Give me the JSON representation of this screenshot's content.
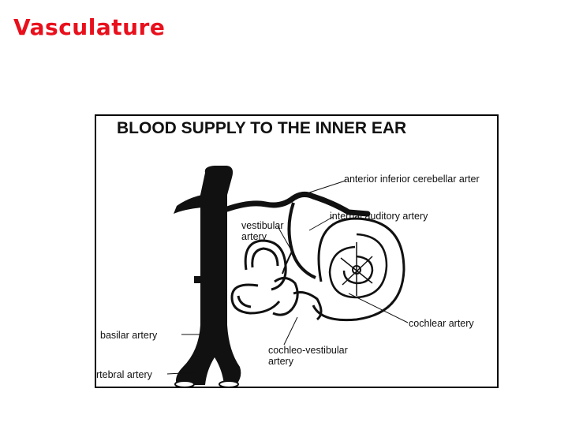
{
  "slide": {
    "title": "Vasculature"
  },
  "figure": {
    "heading": "BLOOD SUPPLY TO THE INNER EAR",
    "labels": {
      "aica": "anterior inferior cerebellar arter",
      "internal_auditory": "internal auditory artery",
      "vestibular_line1": "vestibular",
      "vestibular_line2": "artery",
      "basilar": "basilar artery",
      "cochlear": "cochlear artery",
      "cochleo_vestibular_line1": "cochleo-vestibular",
      "cochleo_vestibular_line2": "artery",
      "vertebral": "rtebral artery"
    }
  },
  "colors": {
    "title": "#e8101c",
    "ink": "#111111"
  }
}
